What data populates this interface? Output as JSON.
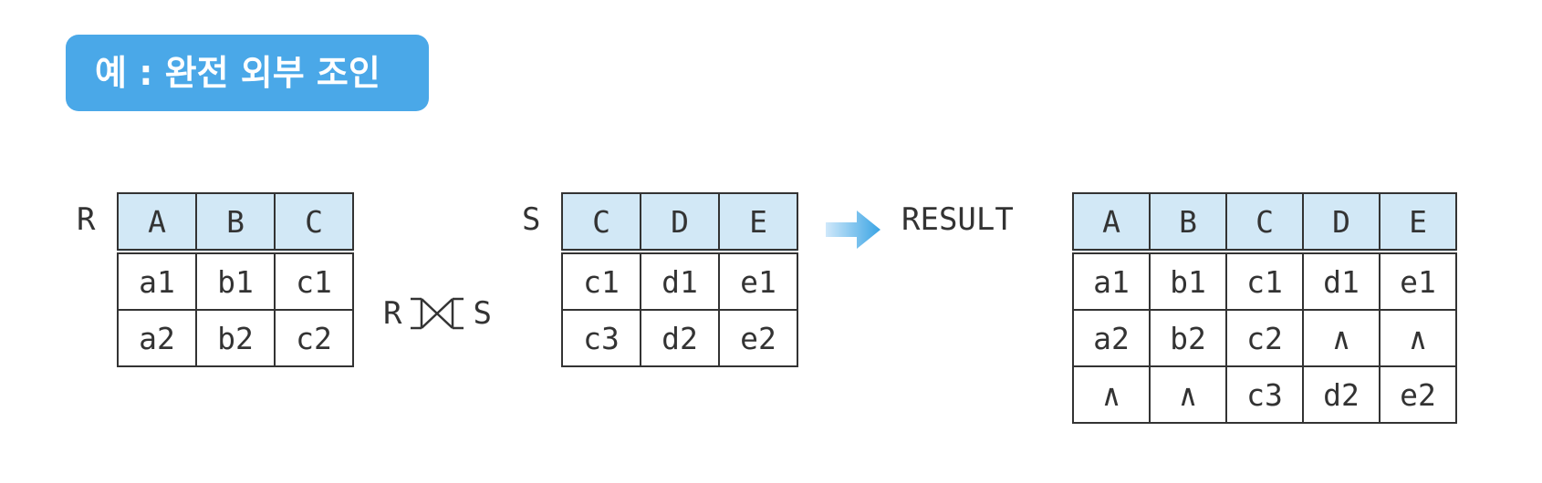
{
  "title": "예 : 완전 외부 조인",
  "relation_r": {
    "label": "R",
    "headers": [
      "A",
      "B",
      "C"
    ],
    "rows": [
      [
        "a1",
        "b1",
        "c1"
      ],
      [
        "a2",
        "b2",
        "c2"
      ]
    ]
  },
  "join_expression": {
    "left": "R",
    "operator_icon": "full-outer-join-icon",
    "right": "S"
  },
  "relation_s": {
    "label": "S",
    "headers": [
      "C",
      "D",
      "E"
    ],
    "rows": [
      [
        "c1",
        "d1",
        "e1"
      ],
      [
        "c3",
        "d2",
        "e2"
      ]
    ]
  },
  "result": {
    "label": "RESULT",
    "headers": [
      "A",
      "B",
      "C",
      "D",
      "E"
    ],
    "rows": [
      [
        "a1",
        "b1",
        "c1",
        "d1",
        "e1"
      ],
      [
        "a2",
        "b2",
        "c2",
        "∧",
        "∧"
      ],
      [
        "∧",
        "∧",
        "c3",
        "d2",
        "e2"
      ]
    ]
  },
  "colors": {
    "badge": "#4aa8e8",
    "header_fill": "#d2e8f6",
    "arrow": "#3aa4e4"
  }
}
